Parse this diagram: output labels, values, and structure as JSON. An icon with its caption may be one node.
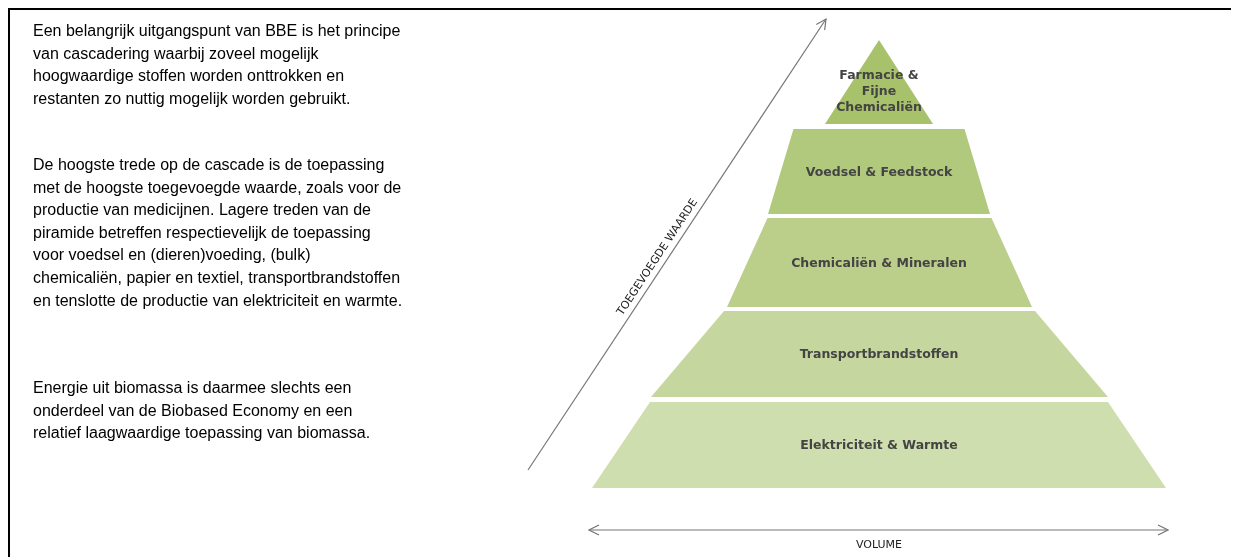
{
  "diagram": {
    "nodes": [
      {
        "text": [
          "Farmacie & Fijne Chemicaliën"
        ]
      },
      {
        "text": [
          "Voedsel & Feedstock"
        ]
      },
      {
        "text": [
          "Chemicaliën & Mineralen"
        ]
      },
      {
        "text": [
          "Transportbrandstoffen"
        ]
      },
      {
        "text": [
          "Elektriciteit & Warmte"
        ]
      }
    ],
    "edges": [],
    "labels": [
      "Een belangrijk uitgangspunt van BBE is het principe van cascadering waarbij zoveel mogelijk hoogwaardige stoffen worden onttrokken en restanten zo nuttig mogelijk worden gebruikt.",
      "De hoogste trede op de cascade is de toepassing met de hoogste toegevoegde waarde, zoals voor de productie van medicijnen. Lagere treden van de piramide betreffen respectievelijk de toepassing voor voedsel en (dieren)voeding, (bulk) chemicaliën, papier en textiel, transportbrandstoffen en tenslotte de productie van elektriciteit en warmte.",
      "Energie uit biomassa is daarmee slechts een onderdeel van de Biobased Economy en een relatief laagwaardige toepassing van biomassa.",
      "TOEGEVOEGDE WAARDE",
      "VOLUME"
    ]
  }
}
